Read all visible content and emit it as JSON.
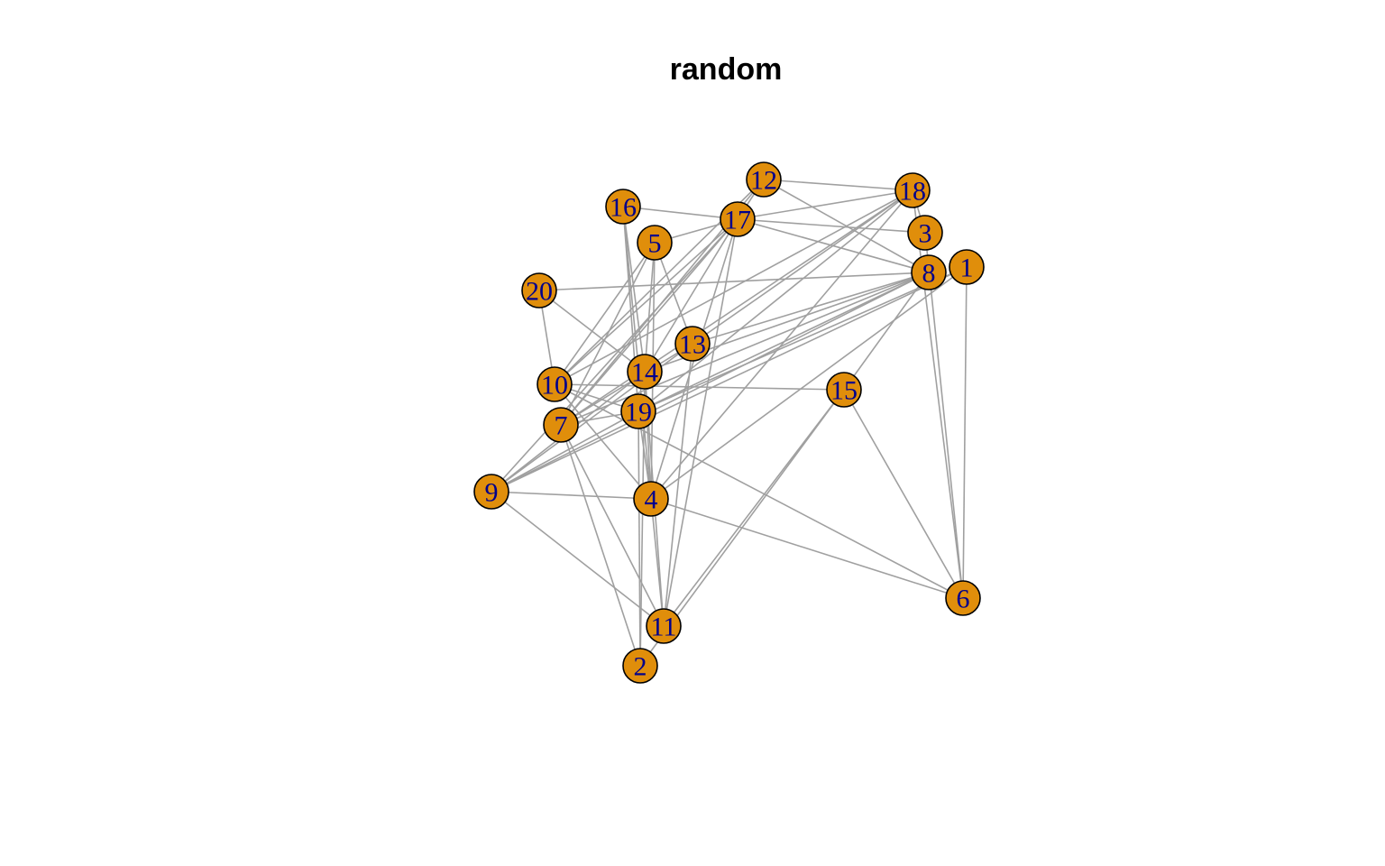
{
  "title": "random",
  "colors": {
    "node": "#e08e0b",
    "edge": "#a0a0a0",
    "label": "#00008b"
  },
  "nodes": [
    "1",
    "2",
    "3",
    "4",
    "5",
    "6",
    "7",
    "8",
    "9",
    "10",
    "11",
    "12",
    "13",
    "14",
    "15",
    "16",
    "17",
    "18",
    "19",
    "20"
  ],
  "edges": [
    [
      "12",
      "18"
    ],
    [
      "12",
      "8"
    ],
    [
      "12",
      "17"
    ],
    [
      "12",
      "7"
    ],
    [
      "12",
      "10"
    ],
    [
      "16",
      "17"
    ],
    [
      "16",
      "14"
    ],
    [
      "16",
      "19"
    ],
    [
      "16",
      "4"
    ],
    [
      "17",
      "5"
    ],
    [
      "17",
      "3"
    ],
    [
      "17",
      "8"
    ],
    [
      "17",
      "18"
    ],
    [
      "17",
      "10"
    ],
    [
      "17",
      "7"
    ],
    [
      "17",
      "9"
    ],
    [
      "17",
      "4"
    ],
    [
      "17",
      "11"
    ],
    [
      "17",
      "14"
    ],
    [
      "5",
      "10"
    ],
    [
      "5",
      "7"
    ],
    [
      "5",
      "13"
    ],
    [
      "5",
      "4"
    ],
    [
      "5",
      "14"
    ],
    [
      "20",
      "8"
    ],
    [
      "20",
      "14"
    ],
    [
      "20",
      "10"
    ],
    [
      "18",
      "3"
    ],
    [
      "18",
      "6"
    ],
    [
      "18",
      "19"
    ],
    [
      "18",
      "7"
    ],
    [
      "18",
      "4"
    ],
    [
      "18",
      "13"
    ],
    [
      "18",
      "10"
    ],
    [
      "8",
      "9"
    ],
    [
      "8",
      "7"
    ],
    [
      "8",
      "19"
    ],
    [
      "8",
      "13"
    ],
    [
      "8",
      "15"
    ],
    [
      "8",
      "14"
    ],
    [
      "3",
      "6"
    ],
    [
      "1",
      "6"
    ],
    [
      "1",
      "19"
    ],
    [
      "1",
      "9"
    ],
    [
      "1",
      "4"
    ],
    [
      "15",
      "11"
    ],
    [
      "15",
      "2"
    ],
    [
      "15",
      "6"
    ],
    [
      "15",
      "10"
    ],
    [
      "13",
      "11"
    ],
    [
      "13",
      "9"
    ],
    [
      "13",
      "7"
    ],
    [
      "10",
      "19"
    ],
    [
      "10",
      "4"
    ],
    [
      "10",
      "6"
    ],
    [
      "7",
      "2"
    ],
    [
      "7",
      "11"
    ],
    [
      "7",
      "19"
    ],
    [
      "9",
      "4"
    ],
    [
      "9",
      "11"
    ],
    [
      "9",
      "19"
    ],
    [
      "9",
      "14"
    ],
    [
      "4",
      "6"
    ],
    [
      "4",
      "19"
    ],
    [
      "4",
      "14"
    ],
    [
      "4",
      "11"
    ],
    [
      "2",
      "19"
    ],
    [
      "2",
      "14"
    ],
    [
      "11",
      "14"
    ]
  ]
}
